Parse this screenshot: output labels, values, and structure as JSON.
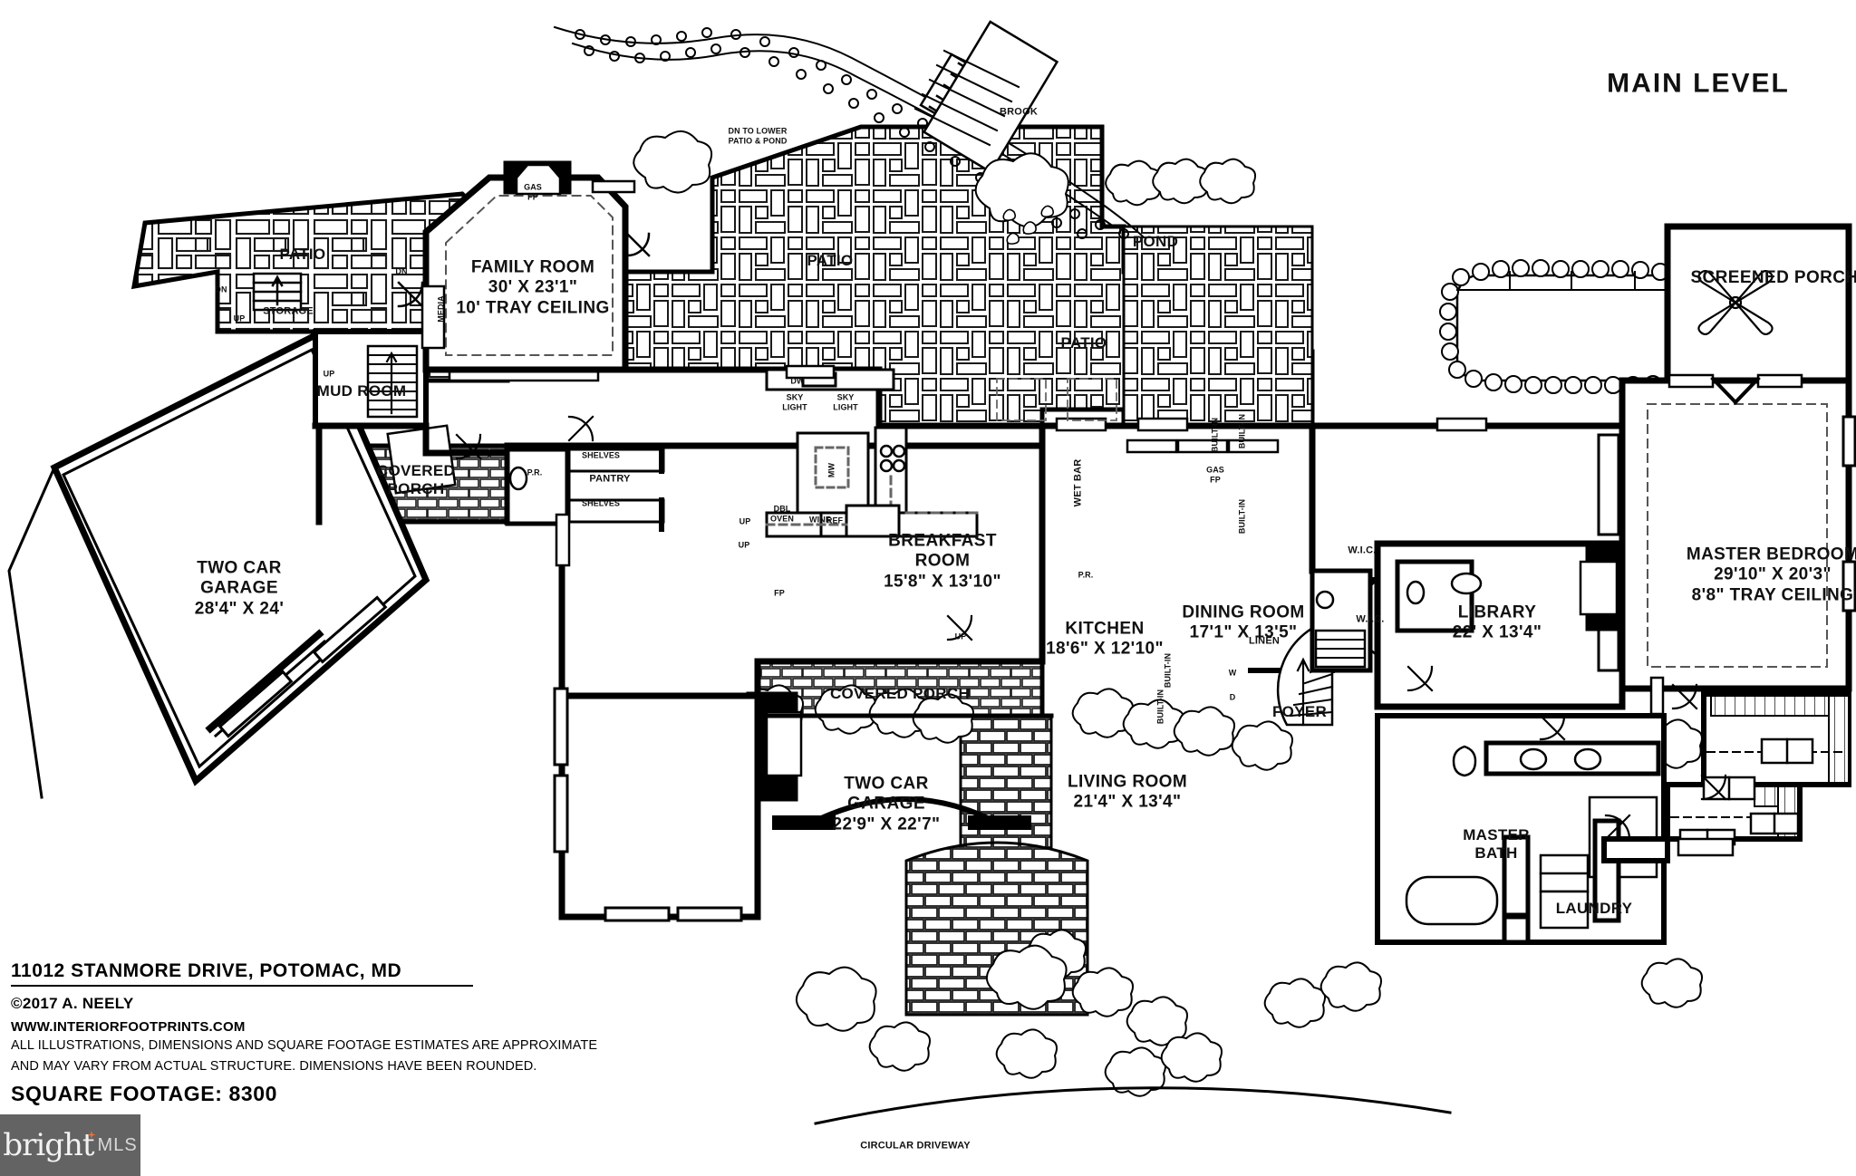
{
  "title": "MAIN LEVEL",
  "footer": {
    "address": "11012 STANMORE DRIVE, POTOMAC, MD",
    "copyright": "©2017 A. NEELY",
    "website": "WWW.INTERIORFOOTPRINTS.COM",
    "disclaimer_line1": "ALL ILLUSTRATIONS, DIMENSIONS AND SQUARE FOOTAGE ESTIMATES ARE APPROXIMATE",
    "disclaimer_line2": "AND MAY VARY FROM ACTUAL STRUCTURE. DIMENSIONS HAVE BEEN ROUNDED.",
    "square_footage": "SQUARE FOOTAGE: 8300"
  },
  "watermark": {
    "brand": "bright",
    "tm": "™",
    "mls": "MLS"
  },
  "rooms": [
    {
      "name": "family-room",
      "label": "FAMILY ROOM",
      "dims": "30' X 23'1\"",
      "note": "10' TRAY CEILING"
    },
    {
      "name": "breakfast-room",
      "label": "BREAKFAST\nROOM",
      "dims": "15'8\" X 13'10\"",
      "note": ""
    },
    {
      "name": "kitchen",
      "label": "KITCHEN",
      "dims": "18'6\" X 12'10\"",
      "note": ""
    },
    {
      "name": "dining-room",
      "label": "DINING ROOM",
      "dims": "17'1\" X 13'5\"",
      "note": ""
    },
    {
      "name": "library",
      "label": "LIBRARY",
      "dims": "22' X 13'4\"",
      "note": ""
    },
    {
      "name": "living-room",
      "label": "LIVING ROOM",
      "dims": "21'4\" X 13'4\"",
      "note": ""
    },
    {
      "name": "master-bedroom",
      "label": "MASTER BEDROOM",
      "dims": "29'10\" X 20'3\"",
      "note": "8'8\" TRAY CEILING"
    },
    {
      "name": "two-car-garage-left",
      "label": "TWO CAR\nGARAGE",
      "dims": "28'4\" X 24'",
      "note": ""
    },
    {
      "name": "two-car-garage-front",
      "label": "TWO CAR\nGARAGE",
      "dims": "22'9\" X 22'7\"",
      "note": ""
    },
    {
      "name": "screened-porch",
      "label": "SCREENED PORCH",
      "dims": "",
      "note": ""
    },
    {
      "name": "master-bath",
      "label": "MASTER\nBATH",
      "dims": "",
      "note": ""
    },
    {
      "name": "mud-room",
      "label": "MUD ROOM",
      "dims": "",
      "note": ""
    },
    {
      "name": "foyer",
      "label": "FOYER",
      "dims": "",
      "note": ""
    },
    {
      "name": "laundry",
      "label": "LAUNDRY",
      "dims": "",
      "note": ""
    },
    {
      "name": "covered-porch-left",
      "label": "COVERED\nPORCH",
      "dims": "",
      "note": ""
    },
    {
      "name": "covered-porch-front",
      "label": "COVERED PORCH",
      "dims": "",
      "note": ""
    },
    {
      "name": "storage",
      "label": "STORAGE",
      "dims": "",
      "note": ""
    },
    {
      "name": "pantry",
      "label": "PANTRY",
      "dims": "",
      "note": ""
    }
  ],
  "labels": {
    "patio_upper_left": "PATIO",
    "patio_center": "PATIO",
    "patio_right": "PATIO",
    "pond": "POND",
    "brook": "BROOK",
    "circular_driveway": "CIRCULAR DRIVEWAY",
    "wet_bar": "WET BAR",
    "wic_upper": "W.I.C.",
    "wic_lower": "W.I.C.",
    "linen": "LINEN",
    "washer": "W",
    "dryer": "D",
    "pr_left": "P.R.",
    "pr_right": "P.R.",
    "shelves_upper": "SHELVES",
    "shelves_lower": "SHELVES",
    "gas_fp_family": "GAS\nFP",
    "gas_fp_library": "GAS\nFP",
    "fp_living": "FP",
    "media": "MEDIA",
    "dbl_oven": "DBL\nOVEN",
    "wine": "WINE",
    "ref": "REF",
    "mw": "MW",
    "dw": "DW",
    "sky_light_left": "SKY\nLIGHT",
    "sky_light_right": "SKY\nLIGHT",
    "built_in_library_top": "BUILT-IN",
    "built_in_library_bottom": "BUILT-IN",
    "built_in_bath_1": "BUILT-IN",
    "built_in_bath_2": "BUILT-IN",
    "built_in_bath_3": "BUILT-IN",
    "dn_patio": "DN",
    "dn_stair": "DN",
    "dn_to_lower": "DN TO LOWER\nPATIO & POND",
    "up_garage": "UP",
    "up_storage": "UP",
    "up_mud": "UP",
    "up_kitchen": "UP",
    "up_foyer": "UP"
  }
}
